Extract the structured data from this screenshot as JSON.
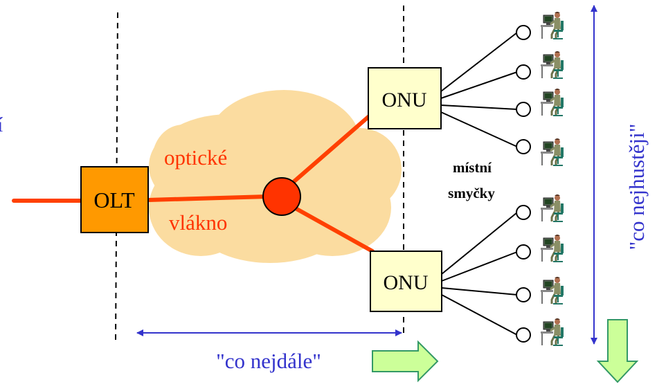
{
  "diagram": {
    "olt_label": "OLT",
    "onu_top_label": "ONU",
    "onu_bottom_label": "ONU",
    "fiber_label_line1": "optické",
    "fiber_label_line2": "vlákno",
    "local_loops_line1": "místní",
    "local_loops_line2": "smyčky",
    "distance_label": "\"co nejdále\"",
    "density_label": "\"co nejhustěji\"",
    "cut_off_left_char": "í"
  },
  "colors": {
    "cloud": "#fbdca0",
    "fiber": "#ff4000",
    "splitter": "#ff3300",
    "olt_fill": "#ff9900",
    "onu_fill": "#ffffcc",
    "dimension": "#3333cc",
    "block_arrow_fill": "#ccff99",
    "block_arrow_stroke": "#339966",
    "fiber_text": "#ff3300"
  },
  "icons": {
    "user": "person-at-computer-icon",
    "terminal": "circle-terminal-icon"
  }
}
